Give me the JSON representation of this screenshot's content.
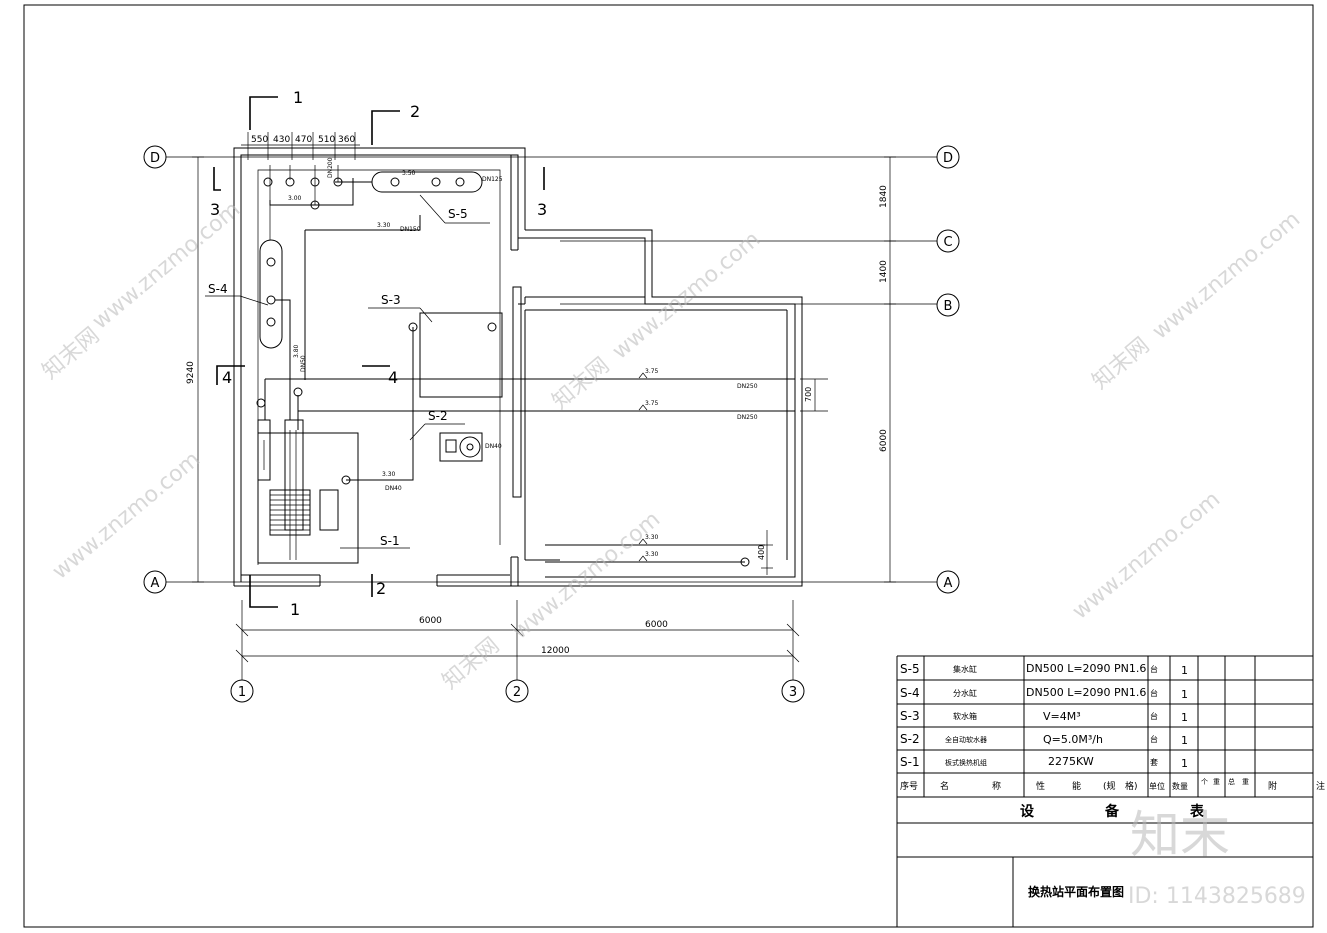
{
  "axes": {
    "rows": [
      "D",
      "C",
      "B",
      "A"
    ],
    "cols": [
      "1",
      "2",
      "3"
    ]
  },
  "dimensions": {
    "top_segments": [
      "550",
      "430",
      "470",
      "510",
      "360"
    ],
    "left_total": "9240",
    "right_segments": [
      "1840",
      "1400",
      "6000"
    ],
    "bottom_segments": [
      "6000",
      "6000"
    ],
    "bottom_total": "12000",
    "pipe_spacing": "700",
    "pipe_spacing2": "400"
  },
  "sections": {
    "s1": "1",
    "s2": "2",
    "s3": "3",
    "s4": "4"
  },
  "equipment_labels": {
    "s1": "S-1",
    "s2": "S-2",
    "s3": "S-3",
    "s4": "S-4",
    "s5": "S-5"
  },
  "pipe_labels": {
    "p1": "DN250",
    "p2": "DN250",
    "p3": "DN150",
    "p4": "DN40",
    "p5": "DN40",
    "p6": "DN125",
    "p7": "DN50",
    "p8": "DN200",
    "e1": "3.75",
    "e2": "3.75",
    "e3": "3.30",
    "e4": "3.30",
    "e5": "3.50",
    "e6": "3.80",
    "e7": "3.30",
    "e8": "3.30",
    "e9": "3.00"
  },
  "schedule": {
    "headers": [
      "序号",
      "名",
      "称",
      "性",
      "能",
      "(规",
      "格)",
      "单位",
      "数量",
      "个",
      "重",
      "总",
      "重",
      "附",
      "注"
    ],
    "rows": [
      {
        "no": "S-5",
        "name": "集水缸",
        "spec": "DN500 L=2090 PN1.6",
        "unit": "台",
        "qty": "1"
      },
      {
        "no": "S-4",
        "name": "分水缸",
        "spec": "DN500 L=2090 PN1.6",
        "unit": "台",
        "qty": "1"
      },
      {
        "no": "S-3",
        "name": "软水箱",
        "spec": "V=4M³",
        "unit": "台",
        "qty": "1"
      },
      {
        "no": "S-2",
        "name": "全自动软水器",
        "spec": "Q=5.0M³/h",
        "unit": "台",
        "qty": "1"
      },
      {
        "no": "S-1",
        "name": "板式换热机组",
        "spec": "2275KW",
        "unit": "套",
        "qty": "1"
      }
    ],
    "table_title": [
      "设",
      "备",
      "表"
    ],
    "drawing_title": "换热站平面布置图"
  },
  "watermarks": {
    "site": "www.znzmo.com",
    "brand": "知末网",
    "logo": "知末",
    "id": "ID: 1143825689"
  },
  "colors": {
    "line": "#000000",
    "paper": "#ffffff",
    "watermark": "#b9b9b9"
  }
}
